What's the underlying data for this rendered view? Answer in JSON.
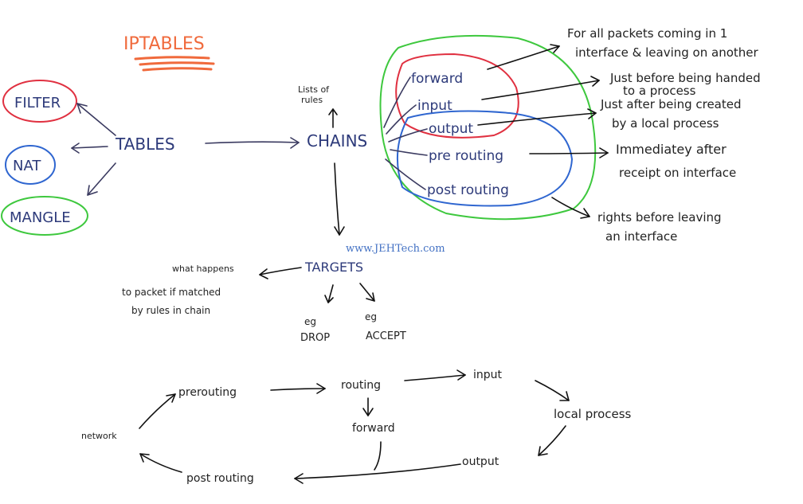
{
  "title": "IPTABLES",
  "watermark": "www.JEHTech.com",
  "colors": {
    "title": "#f06a3c",
    "filter_outline": "#e03040",
    "nat_outline": "#2f66d0",
    "mangle_outline": "#3ec83e",
    "ink": "#2d3a7a",
    "ink_dark": "#222222"
  },
  "tables": {
    "label": "TABLES",
    "items": [
      "FILTER",
      "NAT",
      "MANGLE"
    ]
  },
  "chains": {
    "label": "CHAINS",
    "note_lines": [
      "Lists of",
      "rules"
    ],
    "items": [
      "forward",
      "input",
      "output",
      "pre routing",
      "post routing"
    ]
  },
  "chain_descriptions": {
    "forward": [
      "For all packets coming in 1",
      "interface & leaving on another"
    ],
    "input": [
      "Just before being handed",
      "to a process"
    ],
    "output": [
      "Just after being created",
      "by a local process"
    ],
    "prerouting": [
      "Immediatey after",
      "receipt on interface"
    ],
    "postrouting": [
      "rights before leaving",
      "an interface"
    ]
  },
  "targets": {
    "label": "TARGETS",
    "note_lines": [
      "what happens",
      "to packet if matched",
      "by rules in chain"
    ],
    "examples": [
      {
        "eg": "eg",
        "name": "DROP"
      },
      {
        "eg": "eg",
        "name": "ACCEPT"
      }
    ]
  },
  "flow": {
    "network": "network",
    "prerouting": "prerouting",
    "routing": "routing",
    "input": "input",
    "local_process": "local process",
    "forward": "forward",
    "output": "output",
    "post_routing": "post routing"
  }
}
